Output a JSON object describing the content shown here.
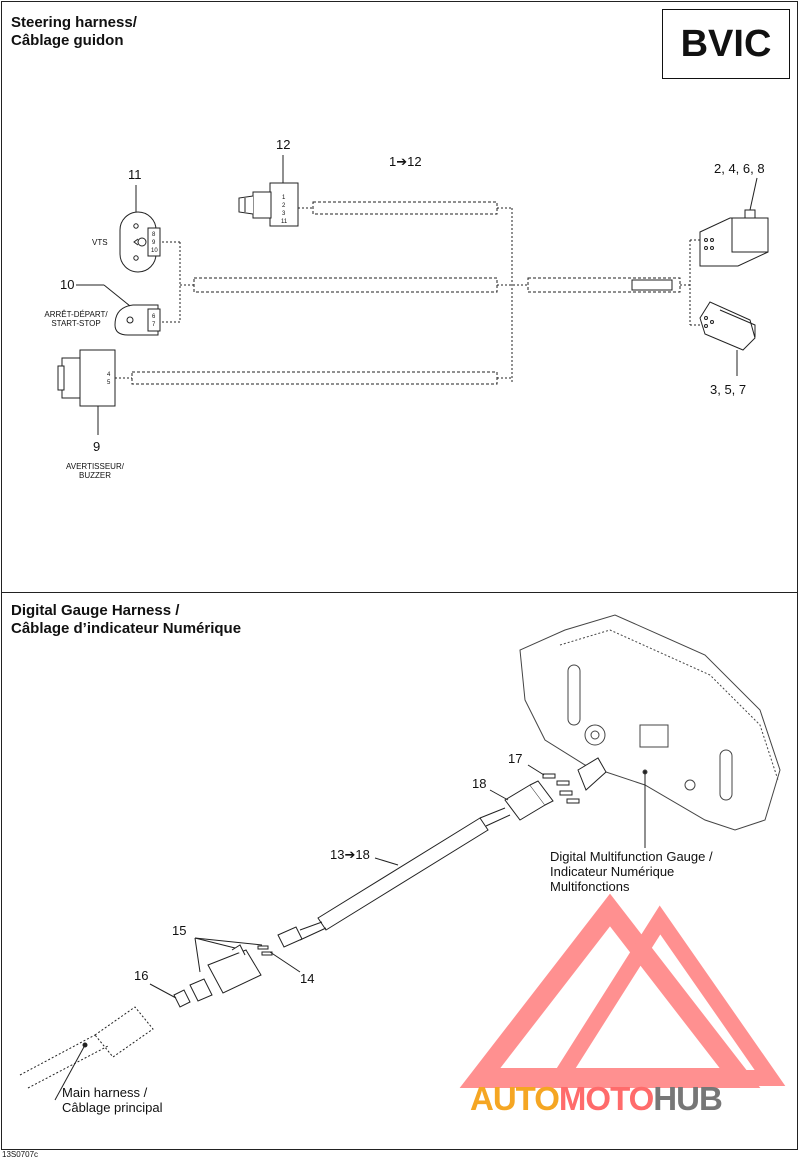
{
  "sections": {
    "steering": {
      "title_line1": "Steering harness/",
      "title_line2": "Câblage guidon",
      "code": "BVIC"
    },
    "digital": {
      "title_line1": "Digital Gauge Harness /",
      "title_line2": "Câblage d’indicateur Numérique"
    }
  },
  "callouts": {
    "c11": "11",
    "c12": "12",
    "c1to12": "1➔12",
    "c2468": "2, 4, 6, 8",
    "c10": "10",
    "c357": "3, 5, 7",
    "c9": "9",
    "c17": "17",
    "c18": "18",
    "c13to18": "13➔18",
    "c15": "15",
    "c16": "16",
    "c14": "14"
  },
  "labels": {
    "vts": "VTS",
    "start_stop_1": "ARRÊT-DÉPART/",
    "start_stop_2": "START-STOP",
    "buzzer_1": "AVERTISSEUR/",
    "buzzer_2": "BUZZER",
    "pins_12": [
      "1",
      "2",
      "3",
      "11"
    ],
    "pins_11": [
      "8",
      "9",
      "10"
    ],
    "pins_10": [
      "6",
      "7"
    ],
    "pins_9": [
      "4",
      "5"
    ],
    "gauge_1": "Digital Multifunction Gauge /",
    "gauge_2": "Indicateur Numérique",
    "gauge_3": "Multifonctions",
    "main_1": "Main harness /",
    "main_2": "Câblage principal"
  },
  "figure_code": "13S0707c",
  "watermark": {
    "part1": "AUTO",
    "part2": "MOTO",
    "part3": "HUB",
    "color1": "#f5a623",
    "color2": "#ff6b6b",
    "color3": "#777777"
  }
}
